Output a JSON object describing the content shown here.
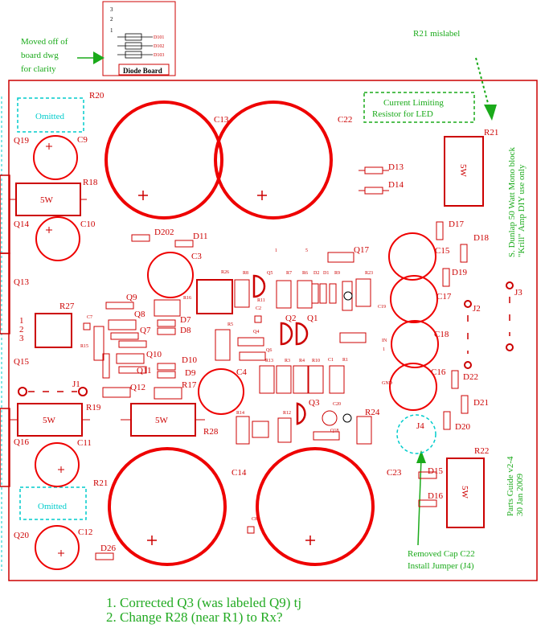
{
  "diode_board": {
    "title": "Diode Board",
    "pins": [
      "3",
      "2",
      "1"
    ],
    "diodes": [
      "D101",
      "D102",
      "D103"
    ]
  },
  "annotations": {
    "moved_note_line1": "Moved off of",
    "moved_note_line2": "board dwg",
    "moved_note_line3": "for clarity",
    "r21_mislabel": "R21 mislabel",
    "current_limit_line1": "Current Limiting",
    "current_limit_line2": "Resistor for LED",
    "removed_cap_line1": "Removed Cap C22",
    "removed_cap_line2": "Install Jumper (J4)",
    "side_title_line1": "S. Dunlap 50 Watt Mono block",
    "side_title_line2": "\"Krill\" Amp      DIY use only",
    "side_date_line1": "Parts Guide v2-4",
    "side_date_line2": "30 Jan 2009"
  },
  "notes": [
    "1.  Corrected Q3 (was labeled Q9) tj",
    "2.  Change R28 (near R1) to Rx?"
  ],
  "labels": {
    "omitted": "Omitted",
    "five_watt": "5W",
    "r20": "R20",
    "r21": "R21",
    "r21b": "R21",
    "r22": "R22",
    "r18": "R18",
    "r19": "R19",
    "r27": "R27",
    "r28": "R28",
    "r17": "R17",
    "r15": "R15",
    "r16": "R16",
    "r24": "R24",
    "r26": "R26",
    "r5": "R5",
    "r13": "R13",
    "r3": "R3",
    "r4": "R4",
    "r12": "R12",
    "r10": "R10",
    "r1": "R1",
    "r7": "R7",
    "r6": "R6",
    "r8": "R8",
    "r9": "R9",
    "r23": "R23",
    "r11": "R11",
    "r14": "R14",
    "c13": "C13",
    "c22": "C22",
    "c14": "C14",
    "c23": "C23",
    "c9": "C9",
    "c10": "C10",
    "c11": "C11",
    "c12": "C12",
    "c3": "C3",
    "c4": "C4",
    "c15": "C15",
    "c17": "C17",
    "c18": "C18",
    "c16": "C16",
    "c19": "C19",
    "c7": "C7",
    "c2": "C2",
    "c1": "C1",
    "c20": "C20",
    "c8": "C8",
    "q19": "Q19",
    "q14": "Q14",
    "q13": "Q13",
    "q15": "Q15",
    "q16": "Q16",
    "q20": "Q20",
    "q9": "Q9",
    "q8": "Q8",
    "q7": "Q7",
    "q10": "Q10",
    "q11": "Q11",
    "q12": "Q12",
    "q17": "Q17",
    "q2": "Q2",
    "q1": "Q1",
    "q3": "Q3",
    "q4": "Q4",
    "q5": "Q5",
    "q6": "Q6",
    "q18": "Q18",
    "d13": "D13",
    "d14": "D14",
    "d17": "D17",
    "d18": "D18",
    "d19": "D19",
    "d22": "D22",
    "d21": "D21",
    "d20": "D20",
    "d15": "D15",
    "d16": "D16",
    "d26": "D26",
    "d202": "D202",
    "d11": "D11",
    "d7": "D7",
    "d8": "D8",
    "d10": "D10",
    "d9": "D9",
    "d1": "D1",
    "d2": "D2",
    "j1": "J1",
    "j2": "J2",
    "j3": "J3",
    "j4": "J4",
    "pin1": "1",
    "pin2": "2",
    "pin3": "3",
    "pin5": "5",
    "pin_one": "1",
    "in": "IN",
    "gnd": "GND"
  }
}
